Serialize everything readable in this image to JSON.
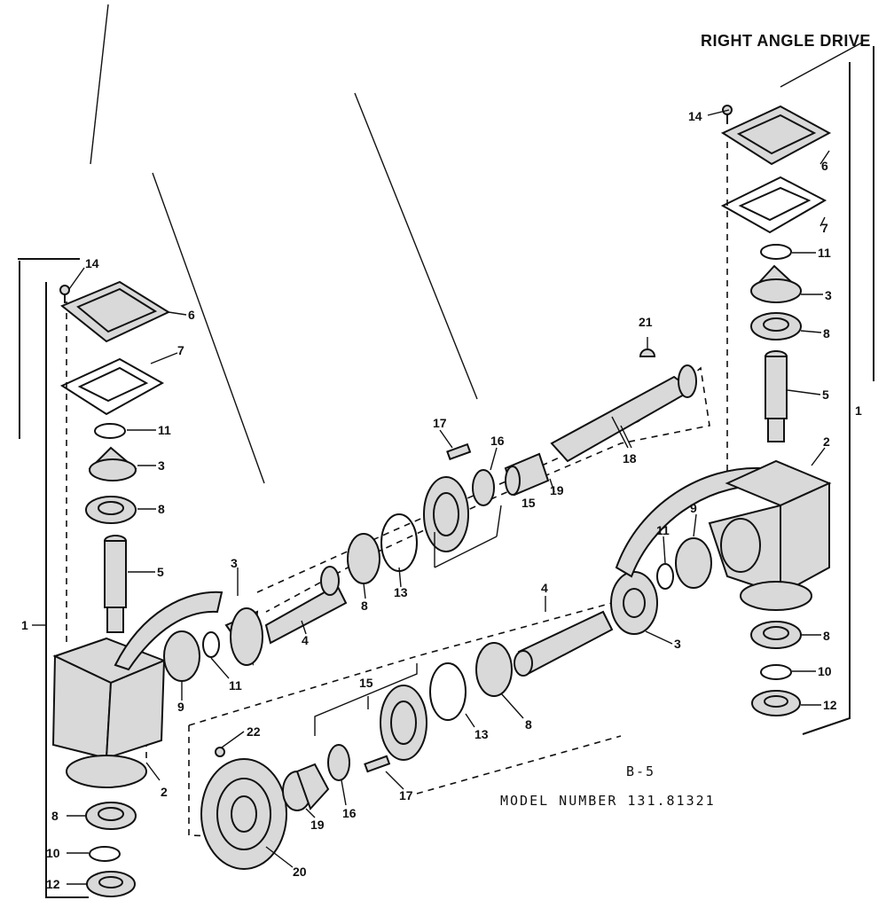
{
  "title": "RIGHT ANGLE DRIVE",
  "page_label": "B-5",
  "model_number": "MODEL NUMBER 131.81321",
  "callouts": {
    "c1_left": "1",
    "c2_left": "2",
    "c3_left_top": "3",
    "c3_left_mid": "3",
    "c4_left": "4",
    "c5_left": "5",
    "c6_left": "6",
    "c7_left": "7",
    "c8_left_top": "8",
    "c8_left_mid": "8",
    "c8_left_bottom": "8",
    "c9_left": "9",
    "c10_left": "10",
    "c11_left_top": "11",
    "c11_left_mid": "11",
    "c12_left": "12",
    "c13_upper": "13",
    "c14_left": "14",
    "c15_upper": "15",
    "c16_upper": "16",
    "c17_upper": "17",
    "c18": "18",
    "c19_upper": "19",
    "c21": "21",
    "c1_right": "1",
    "c2_right": "2",
    "c3_right_top": "3",
    "c5_right": "5",
    "c6_right": "6",
    "c7_right": "7",
    "c8_right_top": "8",
    "c8_right_bottom": "8",
    "c9_right": "9",
    "c10_right": "10",
    "c11_right_top": "11",
    "c11_right_mid": "11",
    "c12_right": "12",
    "c14_right": "14",
    "c3_lower": "3",
    "c4_lower": "4",
    "c8_lower": "8",
    "c13_lower": "13",
    "c15_lower": "15",
    "c16_lower": "16",
    "c17_lower": "17",
    "c19_lower": "19",
    "c20": "20",
    "c22": "22"
  }
}
